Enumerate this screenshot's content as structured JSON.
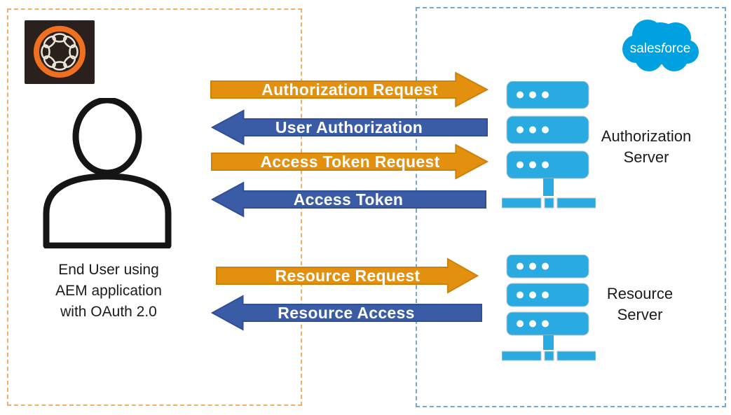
{
  "client_panel": {
    "end_user_label": "End User using\nAEM application\nwith OAuth 2.0",
    "aem_logo_name": "adobe-experience-manager-logo",
    "border_color": "#EFB168"
  },
  "provider_panel": {
    "salesforce_logo_text_parts": [
      "sales",
      "f",
      "orce"
    ],
    "auth_server_label": "Authorization\nServer",
    "resource_server_label": "Resource\nServer",
    "border_color": "#74A9D2",
    "salesforce_blue": "#00A1E0",
    "server_icon_color": "#29ABE2"
  },
  "flows": [
    {
      "label": "Authorization Request",
      "direction": "right",
      "color": "#E2900E"
    },
    {
      "label": "User Authorization",
      "direction": "left",
      "color": "#3A5BA5"
    },
    {
      "label": "Access Token Request",
      "direction": "right",
      "color": "#E2900E"
    },
    {
      "label": "Access Token",
      "direction": "left",
      "color": "#3A5BA5"
    },
    {
      "label": "Resource Request",
      "direction": "right",
      "color": "#E2900E"
    },
    {
      "label": "Resource Access",
      "direction": "left",
      "color": "#3A5BA5"
    }
  ]
}
